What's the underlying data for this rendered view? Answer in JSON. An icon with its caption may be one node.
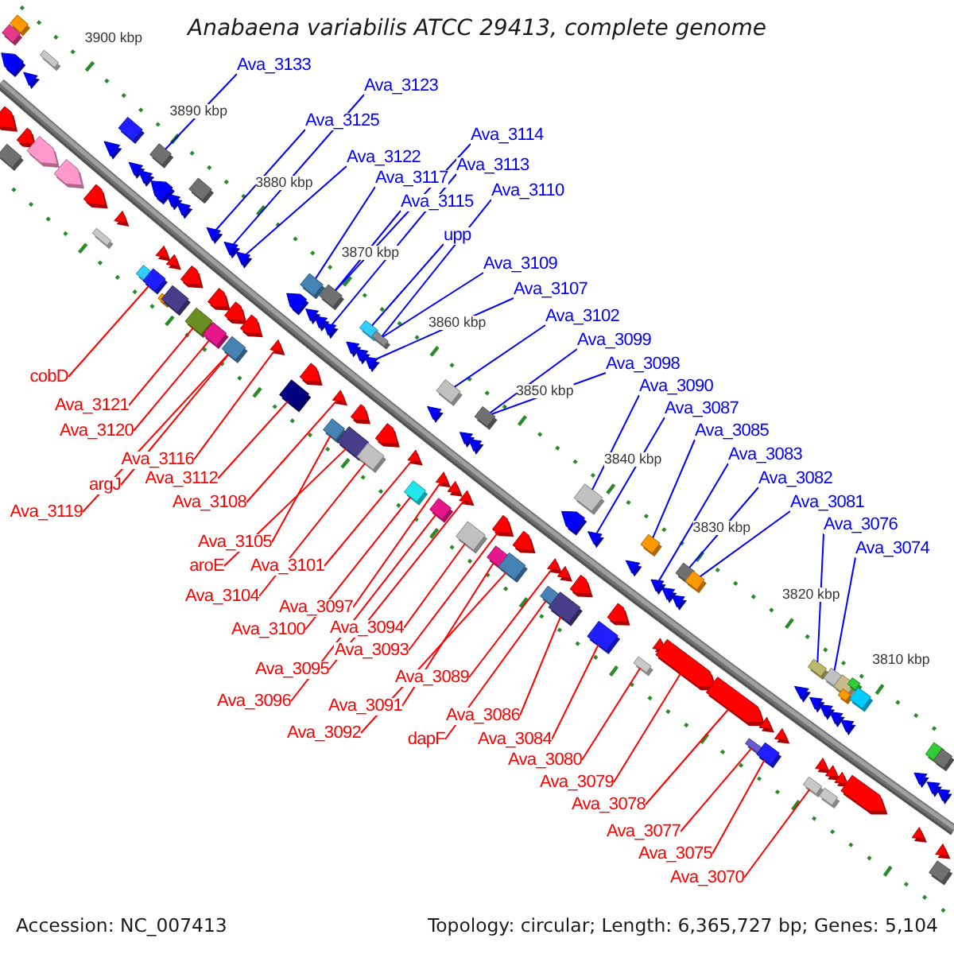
{
  "diagram": {
    "title": "Anabaena variabilis ATCC 29413, complete genome",
    "nodes": [
      {
        "text": [
          "Ava_3133"
        ]
      },
      {
        "text": [
          "Ava_3123"
        ]
      },
      {
        "text": [
          "Ava_3125"
        ]
      },
      {
        "text": [
          "Ava_3114"
        ]
      },
      {
        "text": [
          "Ava_3122"
        ]
      },
      {
        "text": [
          "Ava_3113"
        ]
      },
      {
        "text": [
          "Ava_3117"
        ]
      },
      {
        "text": [
          "Ava_3110"
        ]
      },
      {
        "text": [
          "Ava_3115"
        ]
      },
      {
        "text": [
          "upp"
        ]
      },
      {
        "text": [
          "Ava_3109"
        ]
      },
      {
        "text": [
          "Ava_3107"
        ]
      },
      {
        "text": [
          "Ava_3102"
        ]
      },
      {
        "text": [
          "Ava_3099"
        ]
      },
      {
        "text": [
          "Ava_3098"
        ]
      },
      {
        "text": [
          "Ava_3090"
        ]
      },
      {
        "text": [
          "Ava_3087"
        ]
      },
      {
        "text": [
          "Ava_3085"
        ]
      },
      {
        "text": [
          "Ava_3083"
        ]
      },
      {
        "text": [
          "Ava_3082"
        ]
      },
      {
        "text": [
          "Ava_3081"
        ]
      },
      {
        "text": [
          "Ava_3076"
        ]
      },
      {
        "text": [
          "Ava_3074"
        ]
      },
      {
        "text": [
          "cobD"
        ]
      },
      {
        "text": [
          "Ava_3121"
        ]
      },
      {
        "text": [
          "Ava_3120"
        ]
      },
      {
        "text": [
          "Ava_3116"
        ]
      },
      {
        "text": [
          "Ava_3112"
        ]
      },
      {
        "text": [
          "argJ"
        ]
      },
      {
        "text": [
          "Ava_3108"
        ]
      },
      {
        "text": [
          "Ava_3119"
        ]
      },
      {
        "text": [
          "Ava_3105"
        ]
      },
      {
        "text": [
          "aroE"
        ]
      },
      {
        "text": [
          "Ava_3101"
        ]
      },
      {
        "text": [
          "Ava_3104"
        ]
      },
      {
        "text": [
          "Ava_3097"
        ]
      },
      {
        "text": [
          "Ava_3094"
        ]
      },
      {
        "text": [
          "Ava_3100"
        ]
      },
      {
        "text": [
          "Ava_3093"
        ]
      },
      {
        "text": [
          "Ava_3095"
        ]
      },
      {
        "text": [
          "Ava_3089"
        ]
      },
      {
        "text": [
          "Ava_3096"
        ]
      },
      {
        "text": [
          "Ava_3091"
        ]
      },
      {
        "text": [
          "Ava_3086"
        ]
      },
      {
        "text": [
          "Ava_3092"
        ]
      },
      {
        "text": [
          "dapF"
        ]
      },
      {
        "text": [
          "Ava_3084"
        ]
      },
      {
        "text": [
          "Ava_3080"
        ]
      },
      {
        "text": [
          "Ava_3079"
        ]
      },
      {
        "text": [
          "Ava_3078"
        ]
      },
      {
        "text": [
          "Ava_3077"
        ]
      },
      {
        "text": [
          "Ava_3075"
        ]
      },
      {
        "text": [
          "Ava_3070"
        ]
      },
      {
        "text": [],
        "shape": "box"
      },
      {
        "text": [],
        "shape": "box"
      },
      {
        "text": [],
        "shape": "arrow"
      },
      {
        "text": [],
        "shape": "arrow"
      },
      {
        "text": [],
        "shape": "box"
      },
      {
        "text": [],
        "shape": "arrow"
      },
      {
        "text": [],
        "shape": "arrow"
      },
      {
        "text": [],
        "shape": "arrow"
      },
      {
        "text": [],
        "shape": "box"
      },
      {
        "text": [],
        "shape": "arrow"
      },
      {
        "text": [],
        "shape": "arrow"
      },
      {
        "text": [],
        "shape": "box"
      },
      {
        "text": [],
        "shape": "arrow"
      },
      {
        "text": [],
        "shape": "arrow"
      },
      {
        "text": [],
        "shape": "box"
      },
      {
        "text": [],
        "shape": "arrow"
      },
      {
        "text": [],
        "shape": "arrow"
      },
      {
        "text": [],
        "shape": "box"
      },
      {
        "text": [],
        "shape": "box"
      },
      {
        "text": [],
        "shape": "arrow"
      },
      {
        "text": [],
        "shape": "box"
      },
      {
        "text": [],
        "shape": "box"
      },
      {
        "text": [],
        "shape": "arrow"
      },
      {
        "text": [],
        "shape": "arrow"
      },
      {
        "text": [],
        "shape": "box"
      },
      {
        "text": [],
        "shape": "arrow"
      },
      {
        "text": [],
        "shape": "arrow"
      },
      {
        "text": [],
        "shape": "arrow"
      },
      {
        "text": [],
        "shape": "box"
      },
      {
        "text": [],
        "shape": "box"
      },
      {
        "text": [],
        "shape": "arrow"
      },
      {
        "text": [],
        "shape": "box"
      },
      {
        "text": [],
        "shape": "arrow"
      },
      {
        "text": [],
        "shape": "arrow"
      },
      {
        "text": [],
        "shape": "box"
      },
      {
        "text": [],
        "shape": "arrow"
      },
      {
        "text": [],
        "shape": "arrow"
      },
      {
        "text": [],
        "shape": "arrow"
      },
      {
        "text": [],
        "shape": "arrow"
      },
      {
        "text": [],
        "shape": "arrow"
      },
      {
        "text": [],
        "shape": "box"
      },
      {
        "text": [],
        "shape": "arrow"
      },
      {
        "text": [],
        "shape": "box"
      },
      {
        "text": [],
        "shape": "arrow"
      },
      {
        "text": [],
        "shape": "arrow"
      },
      {
        "text": [],
        "shape": "arrow"
      },
      {
        "text": [],
        "shape": "box"
      },
      {
        "text": [],
        "shape": "box"
      },
      {
        "text": [],
        "shape": "arrow"
      },
      {
        "text": [],
        "shape": "arrow"
      },
      {
        "text": [],
        "shape": "box"
      },
      {
        "text": [],
        "shape": "arrow"
      },
      {
        "text": [],
        "shape": "arrow"
      },
      {
        "text": [],
        "shape": "box"
      },
      {
        "text": [],
        "shape": "arrow"
      },
      {
        "text": [],
        "shape": "box"
      },
      {
        "text": [],
        "shape": "box"
      },
      {
        "text": [],
        "shape": "arrow"
      },
      {
        "text": [],
        "shape": "box"
      },
      {
        "text": [],
        "shape": "arrow"
      },
      {
        "text": [],
        "shape": "arrow"
      },
      {
        "text": [],
        "shape": "box"
      },
      {
        "text": [],
        "shape": "arrow"
      },
      {
        "text": [],
        "shape": "box"
      },
      {
        "text": [],
        "shape": "arrow"
      },
      {
        "text": [],
        "shape": "arrow"
      },
      {
        "text": [],
        "shape": "arrow"
      },
      {
        "text": [],
        "shape": "box"
      },
      {
        "text": [],
        "shape": "arrow"
      },
      {
        "text": [],
        "shape": "box"
      },
      {
        "text": [],
        "shape": "box"
      },
      {
        "text": [],
        "shape": "arrow"
      },
      {
        "text": [],
        "shape": "box"
      },
      {
        "text": [],
        "shape": "arrow"
      },
      {
        "text": [],
        "shape": "box"
      },
      {
        "text": [],
        "shape": "arrow"
      },
      {
        "text": [],
        "shape": "box"
      },
      {
        "text": [],
        "shape": "arrow"
      },
      {
        "text": [],
        "shape": "arrow"
      },
      {
        "text": [],
        "shape": "arrow"
      },
      {
        "text": [],
        "shape": "box"
      },
      {
        "text": [],
        "shape": "arrow"
      },
      {
        "text": [],
        "shape": "box"
      },
      {
        "text": [],
        "shape": "arrow"
      },
      {
        "text": [],
        "shape": "arrow"
      },
      {
        "text": [],
        "shape": "box"
      },
      {
        "text": [],
        "shape": "box"
      },
      {
        "text": [],
        "shape": "arrow"
      },
      {
        "text": [],
        "shape": "arrow"
      },
      {
        "text": [],
        "shape": "arrow"
      },
      {
        "text": [],
        "shape": "arrow"
      },
      {
        "text": [],
        "shape": "box"
      },
      {
        "text": [],
        "shape": "arrow"
      },
      {
        "text": [],
        "shape": "box"
      },
      {
        "text": [],
        "shape": "arrow"
      },
      {
        "text": [],
        "shape": "box"
      },
      {
        "text": [],
        "shape": "box"
      },
      {
        "text": [],
        "shape": "arrow"
      },
      {
        "text": [],
        "shape": "arrow"
      },
      {
        "text": [],
        "shape": "arrow"
      },
      {
        "text": [],
        "shape": "box"
      },
      {
        "text": [],
        "shape": "arrow"
      },
      {
        "text": [],
        "shape": "box"
      },
      {
        "text": [],
        "shape": "arrow"
      },
      {
        "text": [],
        "shape": "arrow"
      },
      {
        "text": [],
        "shape": "box"
      },
      {
        "text": [],
        "shape": "box"
      },
      {
        "text": [],
        "shape": "arrow"
      },
      {
        "text": [],
        "shape": "arrow"
      },
      {
        "text": [],
        "shape": "box"
      },
      {
        "text": [],
        "shape": "box"
      },
      {
        "text": [],
        "shape": "arrow"
      },
      {
        "text": [],
        "shape": "arrow"
      },
      {
        "text": [],
        "shape": "box"
      },
      {
        "text": [],
        "shape": "box"
      },
      {
        "text": [],
        "shape": "arrow"
      },
      {
        "text": [],
        "shape": "arrow"
      },
      {
        "text": [],
        "shape": "arrow"
      },
      {
        "text": [],
        "shape": "box"
      },
      {
        "text": [],
        "shape": "arrow"
      },
      {
        "text": [],
        "shape": "box"
      },
      {
        "text": [],
        "shape": "box"
      },
      {
        "text": [],
        "shape": "arrow"
      },
      {
        "text": [],
        "shape": "arrow"
      }
    ],
    "edges": [
      {
        "from": 0,
        "to": 74,
        "arrow": "none",
        "color": "#0000ff"
      },
      {
        "from": 1,
        "to": 86,
        "arrow": "none",
        "color": "#0000ff"
      },
      {
        "from": 2,
        "to": 83,
        "arrow": "none",
        "color": "#0000ff"
      },
      {
        "from": 3,
        "to": 99,
        "arrow": "none",
        "color": "#0000ff"
      },
      {
        "from": 4,
        "to": 88,
        "arrow": "none",
        "color": "#0000ff"
      },
      {
        "from": 5,
        "to": 98,
        "arrow": "none",
        "color": "#0000ff"
      },
      {
        "from": 6,
        "to": 95,
        "arrow": "none",
        "color": "#0000ff"
      },
      {
        "from": 7,
        "to": 109,
        "arrow": "none",
        "color": "#0000ff"
      },
      {
        "from": 8,
        "to": 99,
        "arrow": "none",
        "color": "#0000ff"
      },
      {
        "from": 9,
        "to": 106,
        "arrow": "none",
        "color": "#0000ff"
      },
      {
        "from": 10,
        "to": 109,
        "arrow": "none",
        "color": "#0000ff"
      },
      {
        "from": 11,
        "to": 107,
        "arrow": "none",
        "color": "#0000ff"
      },
      {
        "from": 12,
        "to": 116,
        "arrow": "none",
        "color": "#0000ff"
      },
      {
        "from": 13,
        "to": 122,
        "arrow": "none",
        "color": "#0000ff"
      },
      {
        "from": 14,
        "to": 122,
        "arrow": "none",
        "color": "#0000ff"
      },
      {
        "from": 15,
        "to": 133,
        "arrow": "none",
        "color": "#0000ff"
      },
      {
        "from": 16,
        "to": 134,
        "arrow": "none",
        "color": "#0000ff"
      },
      {
        "from": 17,
        "to": 139,
        "arrow": "none",
        "color": "#0000ff"
      },
      {
        "from": 18,
        "to": 140,
        "arrow": "none",
        "color": "#0000ff"
      },
      {
        "from": 19,
        "to": 144,
        "arrow": "none",
        "color": "#0000ff"
      },
      {
        "from": 20,
        "to": 146,
        "arrow": "none",
        "color": "#0000ff"
      },
      {
        "from": 21,
        "to": 155,
        "arrow": "none",
        "color": "#0000ff"
      },
      {
        "from": 22,
        "to": 159,
        "arrow": "none",
        "color": "#0000ff"
      },
      {
        "from": 23,
        "to": 71,
        "arrow": "none"
      },
      {
        "from": 24,
        "to": 81,
        "arrow": "none"
      },
      {
        "from": 25,
        "to": 84,
        "arrow": "none"
      },
      {
        "from": 26,
        "to": 91,
        "arrow": "none"
      },
      {
        "from": 27,
        "to": 93,
        "arrow": "none"
      },
      {
        "from": 28,
        "to": 87,
        "arrow": "none"
      },
      {
        "from": 29,
        "to": 101,
        "arrow": "none"
      },
      {
        "from": 30,
        "to": 87,
        "arrow": "none"
      },
      {
        "from": 31,
        "to": 100,
        "arrow": "none"
      },
      {
        "from": 32,
        "to": 103,
        "arrow": "none"
      },
      {
        "from": 33,
        "to": 112,
        "arrow": "none"
      },
      {
        "from": 34,
        "to": 108,
        "arrow": "none"
      },
      {
        "from": 35,
        "to": 115,
        "arrow": "none"
      },
      {
        "from": 36,
        "to": 120,
        "arrow": "none"
      },
      {
        "from": 37,
        "to": 111,
        "arrow": "none"
      },
      {
        "from": 38,
        "to": 124,
        "arrow": "none"
      },
      {
        "from": 39,
        "to": 119,
        "arrow": "none"
      },
      {
        "from": 40,
        "to": 128,
        "arrow": "none"
      },
      {
        "from": 41,
        "to": 114,
        "arrow": "none"
      },
      {
        "from": 42,
        "to": 123,
        "arrow": "none"
      },
      {
        "from": 43,
        "to": 129,
        "arrow": "none"
      },
      {
        "from": 44,
        "to": 125,
        "arrow": "none"
      },
      {
        "from": 45,
        "to": 127,
        "arrow": "none"
      },
      {
        "from": 46,
        "to": 135,
        "arrow": "none"
      },
      {
        "from": 47,
        "to": 138,
        "arrow": "none"
      },
      {
        "from": 48,
        "to": 145,
        "arrow": "none"
      },
      {
        "from": 49,
        "to": 147,
        "arrow": "none"
      },
      {
        "from": 50,
        "to": 148,
        "arrow": "none"
      },
      {
        "from": 51,
        "to": 149,
        "arrow": "none"
      },
      {
        "from": 52,
        "to": 153,
        "arrow": "none"
      }
    ],
    "labels": [
      "3900 kbp",
      "3890 kbp",
      "3880 kbp",
      "3870 kbp",
      "3860 kbp",
      "3850 kbp",
      "3840 kbp",
      "3830 kbp",
      "3820 kbp",
      "3810 kbp",
      "Accession: NC_007413",
      "Topology: circular; Length: 6,365,727 bp; Genes: 5,104"
    ]
  }
}
